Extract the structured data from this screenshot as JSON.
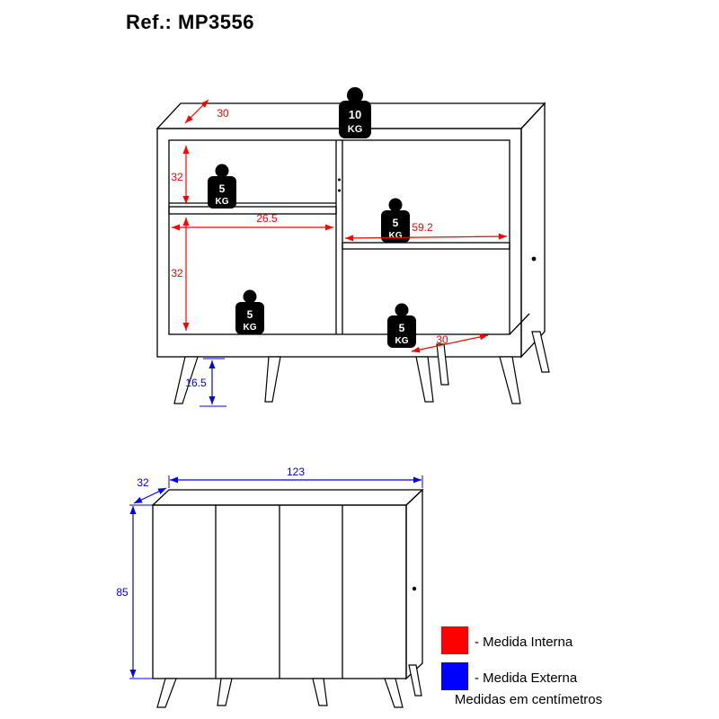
{
  "title": "Ref.: MP3556",
  "top_view": {
    "weight_top": {
      "value": "10",
      "unit": "KG"
    },
    "weight_shelf_left": {
      "value": "5",
      "unit": "KG"
    },
    "weight_shelf_right": {
      "value": "5",
      "unit": "KG"
    },
    "weight_bottom_left": {
      "value": "5",
      "unit": "KG"
    },
    "weight_bottom_right": {
      "value": "5",
      "unit": "KG"
    },
    "dims": {
      "top_depth": "30",
      "upper_height": "32",
      "lower_height": "32",
      "left_width": "26.5",
      "right_width": "59.2",
      "bottom_depth": "30",
      "leg_height": "16.5"
    }
  },
  "front_view": {
    "dims": {
      "width": "123",
      "depth": "32",
      "height": "85"
    }
  },
  "legend": {
    "internal_label": "- Medida Interna",
    "external_label": "- Medida Externa",
    "note": "Medidas em centímetros",
    "internal_color": "#ff0000",
    "external_color": "#0000ff"
  }
}
